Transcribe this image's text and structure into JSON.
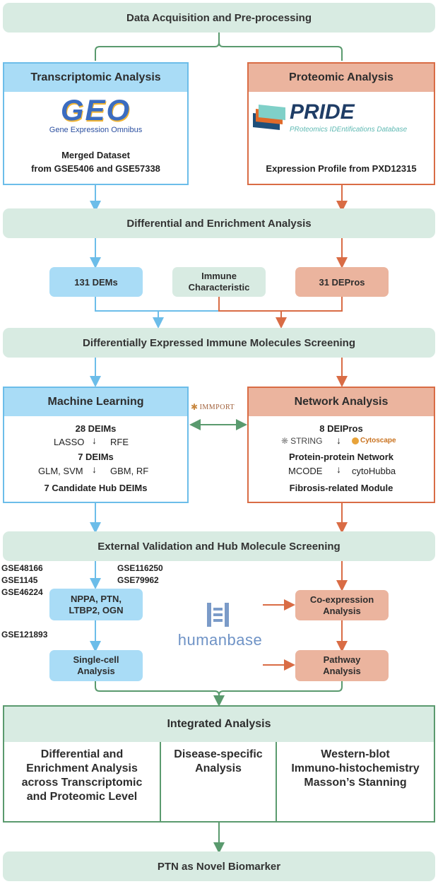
{
  "top_bar": "Data Acquisition and Pre-processing",
  "transcriptomic": {
    "header": "Transcriptomic Analysis",
    "logo_text": "GEO",
    "logo_sub": "Gene Expression Omnibus",
    "line1": "Merged Dataset",
    "line2": "from GSE5406 and GSE57338"
  },
  "proteomic": {
    "header": "Proteomic Analysis",
    "logo_text": "PRIDE",
    "logo_sub": "PRoteomics IDEntifications Database",
    "line1": "Expression Profile from PXD12315"
  },
  "diff_bar": "Differential and Enrichment Analysis",
  "dems": "131 DEMs",
  "immune_line1": "Immune",
  "immune_line2": "Characteristic",
  "depros": "31 DEPros",
  "screen_bar": "Differentially Expressed Immune Molecules Screening",
  "ml": {
    "header": "Machine Learning",
    "deims28": "28 DEIMs",
    "lasso": "LASSO",
    "rfe": "RFE",
    "deims7": "7 DEIMs",
    "glm": "GLM, SVM",
    "gbm": "GBM, RF",
    "candidate": "7 Candidate Hub DEIMs"
  },
  "immport": "IMMPORT",
  "net": {
    "header": "Network Analysis",
    "depros8": "8 DEIPros",
    "string": "STRING",
    "cytoscape": "Cytoscape",
    "ppi": "Protein-protein Network",
    "mcode": "MCODE",
    "cytohubba": "cytoHubba",
    "module": "Fibrosis-related Module"
  },
  "ext_bar": "External Validation and Hub Molecule Screening",
  "gse_left": [
    "GSE48166",
    "GSE1145",
    "GSE46224"
  ],
  "gse_right": [
    "GSE116250",
    "GSE79962"
  ],
  "gse_sc": "GSE121893",
  "hub_line1": "NPPA, PTN,",
  "hub_line2": "LTBP2, OGN",
  "sc_line1": "Single-cell",
  "sc_line2": "Analysis",
  "humanbase": "humanbase",
  "coexp_line1": "Co-expression",
  "coexp_line2": "Analysis",
  "path_line1": "Pathway",
  "path_line2": "Analysis",
  "integrated": {
    "header": "Integrated Analysis",
    "col1": [
      "Differential and",
      "Enrichment Analysis",
      "across Transcriptomic",
      "and Proteomic Level"
    ],
    "col2": [
      "Disease-specific",
      "Analysis"
    ],
    "col3": [
      "Western-blot",
      "Immuno-histochemistry",
      "Masson’s Stanning"
    ]
  },
  "bottom_bar": "PTN as Novel Biomarker",
  "colors": {
    "blue": "#6cbde9",
    "orange": "#d96c45",
    "green": "#5a9a6e",
    "bar": "#d8ebe2"
  }
}
